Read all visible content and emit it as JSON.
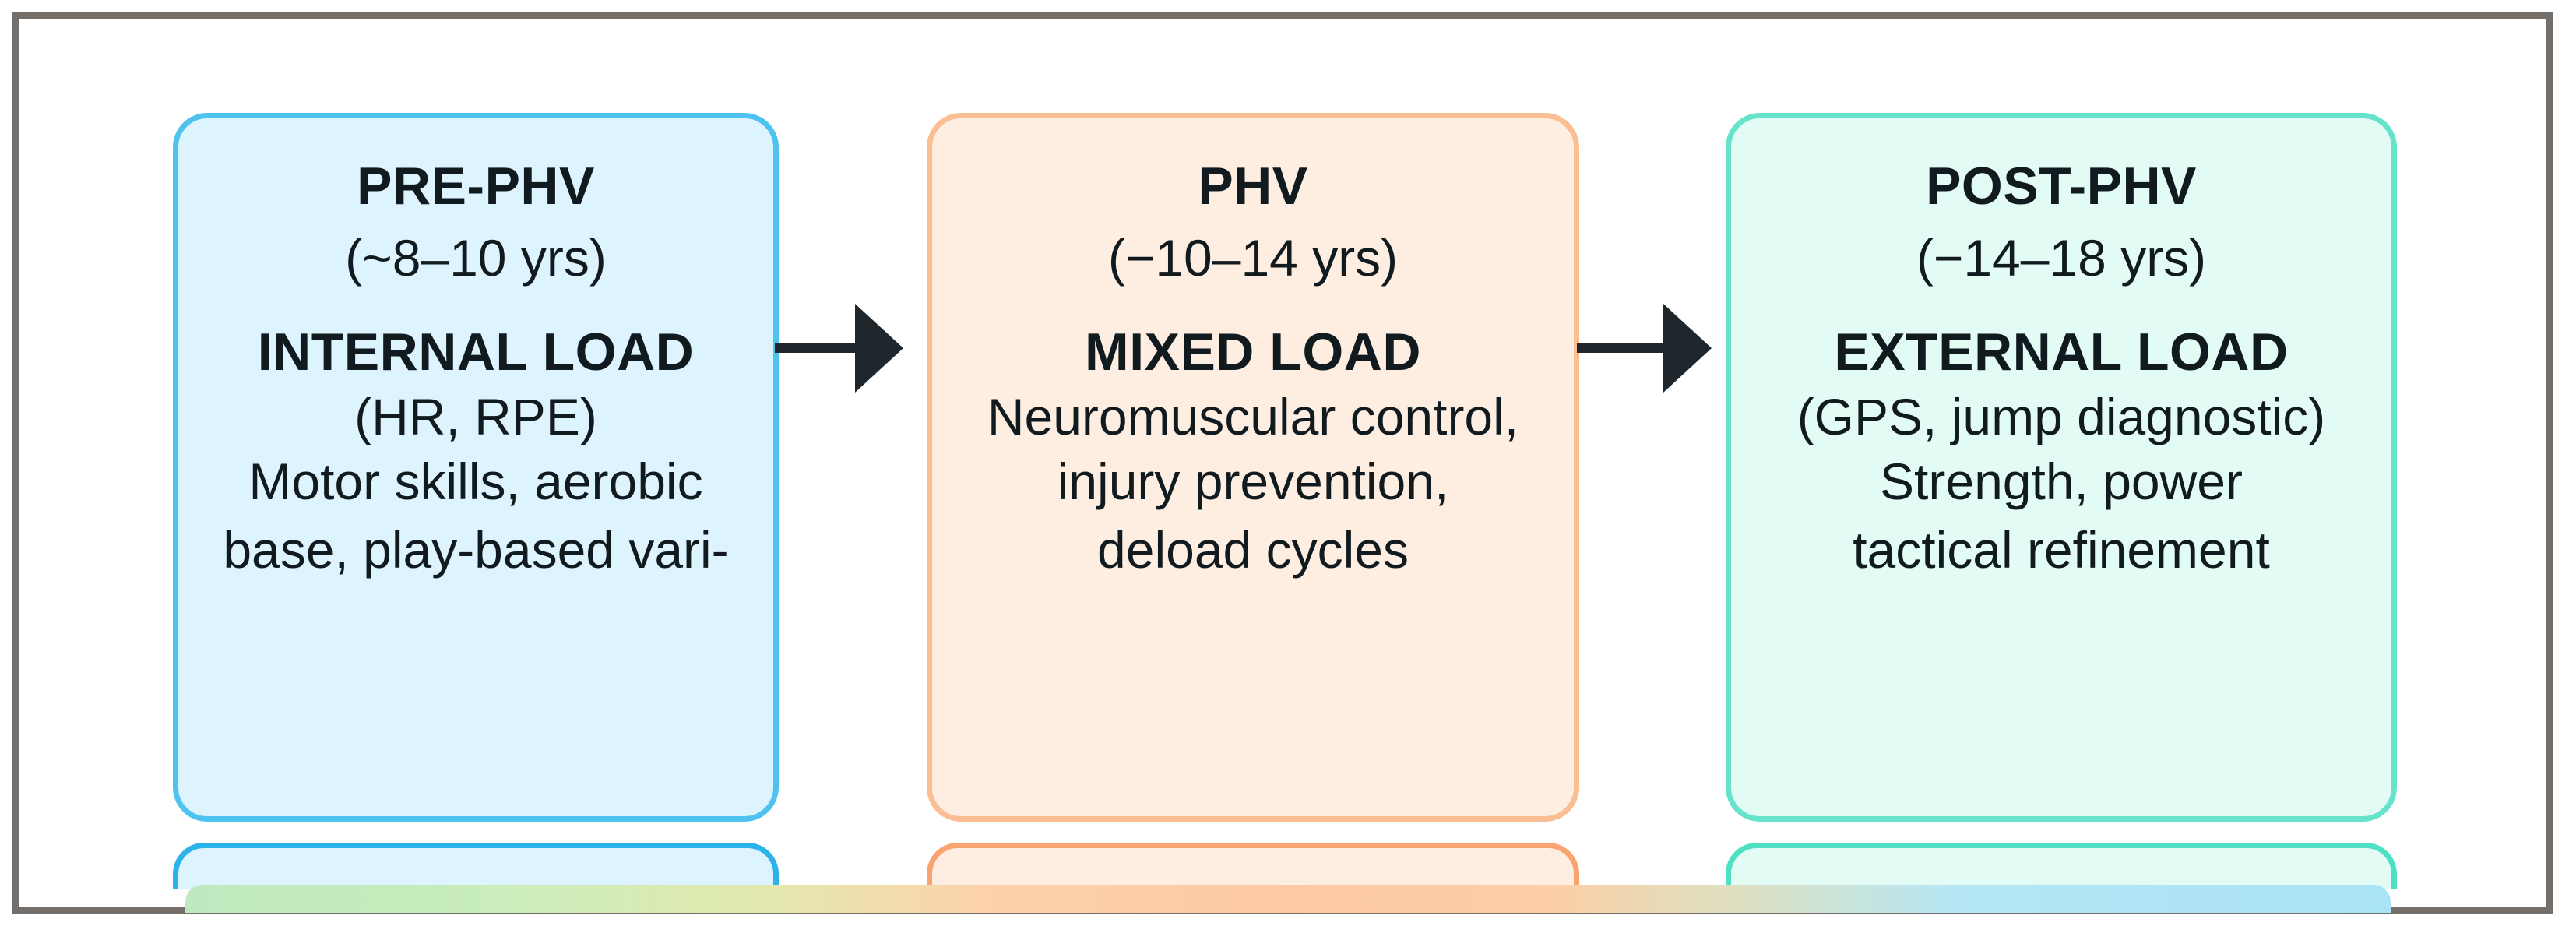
{
  "figure": {
    "frame_color": "#756f6b",
    "background": "#ffffff"
  },
  "stages": [
    {
      "id": "pre-phv",
      "title": "PRE-PHV",
      "age_range": "(~8–10 yrs)",
      "load_type": "INTERNAL LOAD",
      "metrics": "(HR, RPE)",
      "focus_line_1": "Motor skills, aerobic",
      "focus_line_2": "base, play-based vari-",
      "fill_color": "#ddf3fd",
      "border_color": "#4fc3ef"
    },
    {
      "id": "phv",
      "title": "PHV",
      "age_range": "(−10–14 yrs)",
      "load_type": "MIXED LOAD",
      "metrics": "Neuromuscular control,",
      "focus_line_1": "injury prevention,",
      "focus_line_2": "deload cycles",
      "fill_color": "#fdeee1",
      "border_color": "#fbbd92"
    },
    {
      "id": "post-phv",
      "title": "POST-PHV",
      "age_range": "(−14–18 yrs)",
      "load_type": "EXTERNAL LOAD",
      "metrics": "(GPS, jump diagnostic)",
      "focus_line_1": "Strength, power",
      "focus_line_2": "tactical refinement",
      "fill_color": "#e2fbf4",
      "border_color": "#67e3cb"
    }
  ],
  "connectors": [
    {
      "id": "arrow-pre-to-phv",
      "symbol": "→",
      "color": "#20272c"
    },
    {
      "id": "arrow-phv-to-post",
      "symbol": "→",
      "color": "#20272c"
    }
  ],
  "bottom_band": {
    "gradient_stops": [
      "#bfe9bf",
      "#fdc9a3",
      "#a9e3f6"
    ]
  }
}
